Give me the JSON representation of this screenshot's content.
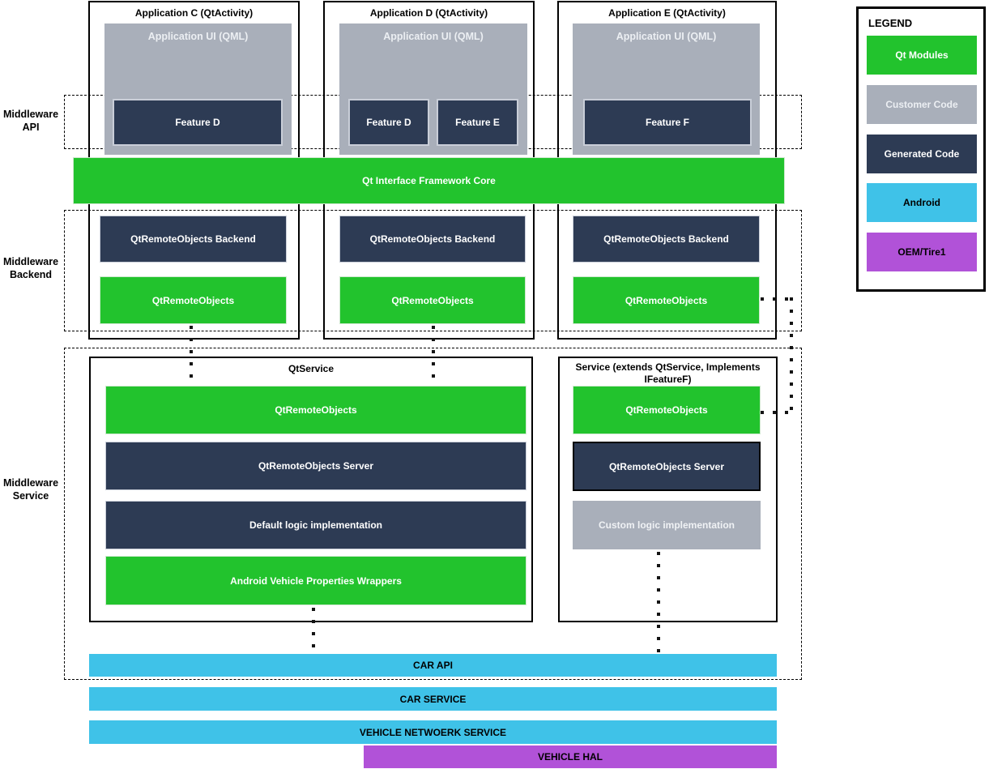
{
  "colors": {
    "qt_modules_green": "#22c32d",
    "customer_code_gray": "#a9afba",
    "generated_code_dark": "#2d3b54",
    "android_blue": "#3fc2e8",
    "oem_purple": "#b152d8"
  },
  "middleware_labels": [
    {
      "line1": "Middleware",
      "line2": "API"
    },
    {
      "line1": "Middleware",
      "line2": "Backend"
    },
    {
      "line1": "Middleware",
      "line2": "Service"
    }
  ],
  "applications": [
    {
      "title": "Application C (QtActivity)",
      "ui_label": "Application UI (QML)",
      "features": [
        "Feature D"
      ]
    },
    {
      "title": "Application D (QtActivity)",
      "ui_label": "Application UI (QML)",
      "features": [
        "Feature D",
        "Feature E"
      ]
    },
    {
      "title": "Application E (QtActivity)",
      "ui_label": "Application UI (QML)",
      "features": [
        "Feature F"
      ]
    }
  ],
  "core_bar_label": "Qt Interface Framework Core",
  "backends": [
    {
      "top": "QtRemoteObjects Backend",
      "bottom": "QtRemoteObjects"
    },
    {
      "top": "QtRemoteObjects Backend",
      "bottom": "QtRemoteObjects"
    },
    {
      "top": "QtRemoteObjects Backend",
      "bottom": "QtRemoteObjects"
    }
  ],
  "qtservice": {
    "title": "QtService",
    "rows": [
      {
        "label": "QtRemoteObjects",
        "type": "green"
      },
      {
        "label": "QtRemoteObjects Server",
        "type": "dark"
      },
      {
        "label": "Default logic implementation",
        "type": "dark"
      },
      {
        "label": "Android Vehicle Properties Wrappers",
        "type": "green"
      }
    ]
  },
  "service": {
    "title_line1": "Service (extends QtService, Implements",
    "title_line2": "IFeatureF)",
    "rows": [
      {
        "label": "QtRemoteObjects",
        "type": "green"
      },
      {
        "label": "QtRemoteObjects Server",
        "type": "dark-bordered"
      },
      {
        "label": "Custom logic implementation",
        "type": "gray"
      }
    ]
  },
  "platform_bars": [
    {
      "label": "CAR API",
      "color": "#3fc2e8"
    },
    {
      "label": "CAR SERVICE",
      "color": "#3fc2e8"
    },
    {
      "label": "VEHICLE NETWOERK SERVICE",
      "color": "#3fc2e8"
    },
    {
      "label": "VEHICLE HAL",
      "color": "#b152d8"
    }
  ],
  "legend": {
    "title": "LEGEND",
    "items": [
      {
        "label": "Qt Modules",
        "color": "#22c32d",
        "text_color": "#ffffff"
      },
      {
        "label": "Customer Code",
        "color": "#a9afba",
        "text_color": "#ffffff"
      },
      {
        "label": "Generated Code",
        "color": "#2d3b54",
        "text_color": "#ffffff"
      },
      {
        "label": "Android",
        "color": "#3fc2e8",
        "text_color": "#000000"
      },
      {
        "label": "OEM/Tire1",
        "color": "#b152d8",
        "text_color": "#000000"
      }
    ]
  }
}
